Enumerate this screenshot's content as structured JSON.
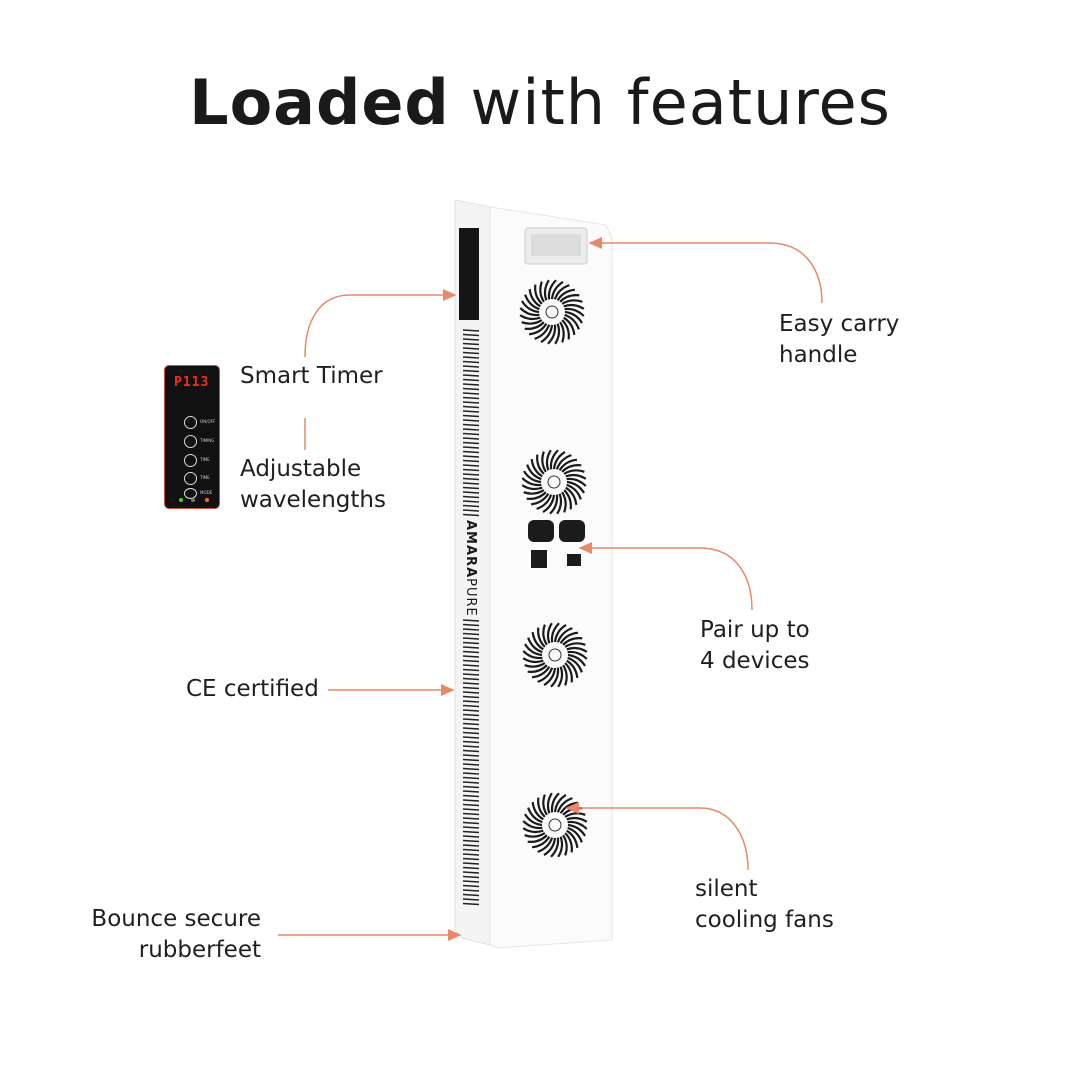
{
  "title": {
    "bold": "Loaded",
    "rest": "with features"
  },
  "features": {
    "handle": [
      "Easy carry",
      "handle"
    ],
    "timer": "Smart Timer",
    "wavelengths": [
      "Adjustable",
      "wavelengths"
    ],
    "pair": [
      "Pair up to",
      "4 devices"
    ],
    "ce": "CE certified",
    "fans": [
      "silent",
      "cooling fans"
    ],
    "feet": [
      "Bounce secure",
      "rubberfeet"
    ]
  },
  "device": {
    "brand_bold": "AMARA",
    "brand_light": "PURE"
  },
  "panel": {
    "display": "P113",
    "buttons": [
      "ON/OFF",
      "TIMING",
      "TIME",
      "TIME",
      "MODE"
    ]
  },
  "colors": {
    "accent": "#e8896c",
    "panel_border": "#c9503a",
    "display": "#ff2a1a"
  }
}
